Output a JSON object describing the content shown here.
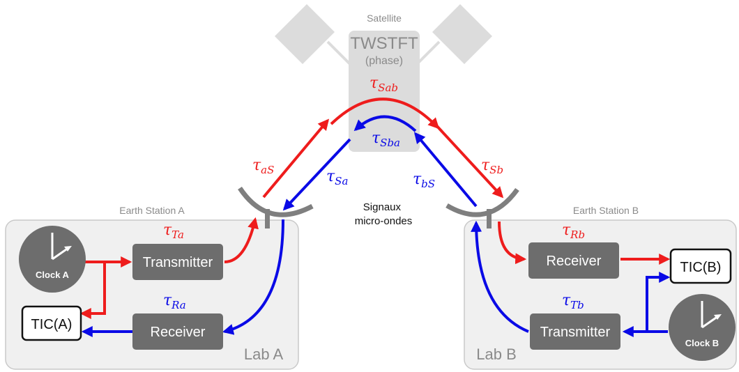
{
  "satellite": {
    "caption": "Satellite",
    "title": "TWSTFT",
    "subtitle": "(phase)"
  },
  "signals_label": [
    "Signaux",
    "micro-ondes"
  ],
  "station_a": {
    "caption": "Earth Station A",
    "lab_label": "Lab A",
    "clock_label": "Clock A",
    "transmitter_label": "Transmitter",
    "receiver_label": "Receiver",
    "tic_label": "TIC(A)"
  },
  "station_b": {
    "caption": "Earth Station B",
    "lab_label": "Lab B",
    "clock_label": "Clock B",
    "transmitter_label": "Transmitter",
    "receiver_label": "Receiver",
    "tic_label": "TIC(B)"
  },
  "delays": {
    "Sab": {
      "base": "τ",
      "sub": "Sab"
    },
    "Sba": {
      "base": "τ",
      "sub": "Sba"
    },
    "aS": {
      "base": "τ",
      "sub": "aS"
    },
    "Sa": {
      "base": "τ",
      "sub": "Sa"
    },
    "bS": {
      "base": "τ",
      "sub": "bS"
    },
    "Sb": {
      "base": "τ",
      "sub": "Sb"
    },
    "Ta": {
      "base": "τ",
      "sub": "Ta"
    },
    "Ra": {
      "base": "τ",
      "sub": "Ra"
    },
    "Rb": {
      "base": "τ",
      "sub": "Rb"
    },
    "Tb": {
      "base": "τ",
      "sub": "Tb"
    }
  },
  "colors": {
    "uplink": "#ee1c1c",
    "downlink": "#0a0ae6",
    "box": "#6d6d6d",
    "lab_bg": "#f0f0f0",
    "lab_border": "#c9c9c9",
    "satellite_body": "#dcdcdc",
    "dish": "#7f7f7f",
    "caption": "#8a8a8a"
  },
  "icons": {
    "clock": "clock-icon",
    "dish": "antenna-dish-icon",
    "solar_panel": "solar-panel-icon"
  }
}
